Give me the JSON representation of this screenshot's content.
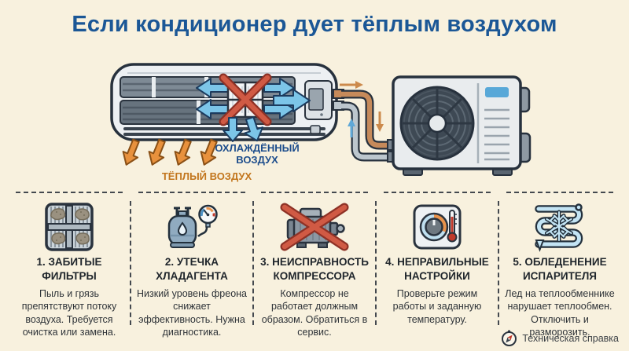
{
  "title": "Если кондиционер дует тёплым воздухом",
  "scene": {
    "cooled_air_label": "ОХЛАЖДЁННЫЙ ВОЗДУХ",
    "warm_air_label": "ТЁПЛЫЙ ВОЗДУХ"
  },
  "causes": [
    {
      "icon": "clogged-filter-icon",
      "title": "1. ЗАБИТЫЕ ФИЛЬТРЫ",
      "description": "Пыль и грязь препятствуют потоку воздуха. Требуется очистка или замена."
    },
    {
      "icon": "refrigerant-leak-icon",
      "title": "2. УТЕЧКА ХЛАДАГЕНТА",
      "description": "Низкий уровень фреона снижает эффективность. Нужна диагностика."
    },
    {
      "icon": "compressor-fault-icon",
      "title": "3. НЕИСПРАВНОСТЬ КОМПРЕССОРА",
      "description": "Компрессор не работает должным образом. Обратиться в сервис."
    },
    {
      "icon": "wrong-settings-icon",
      "title": "4. НЕПРАВИЛЬНЫЕ НАСТРОЙКИ",
      "description": "Проверьте режим работы и заданную температуру."
    },
    {
      "icon": "frozen-evaporator-icon",
      "title": "5. ОБЛЕДЕНЕНИЕ ИСПАРИТЕЛЯ",
      "description": "Лед на теплообменнике нарушает теплообмен. Отключить и разморозить."
    }
  ],
  "footer": {
    "label": "Техническая справка"
  },
  "colors": {
    "background": "#F8F1DE",
    "title": "#1B5796",
    "cooled_air_text": "#1D4D8C",
    "warm_air_text": "#C2751C",
    "cold_arrow": "#7CC5E8",
    "warm_arrow": "#E8913D",
    "error_red": "#D05A44",
    "copper_pipe": "#C68A5A"
  }
}
